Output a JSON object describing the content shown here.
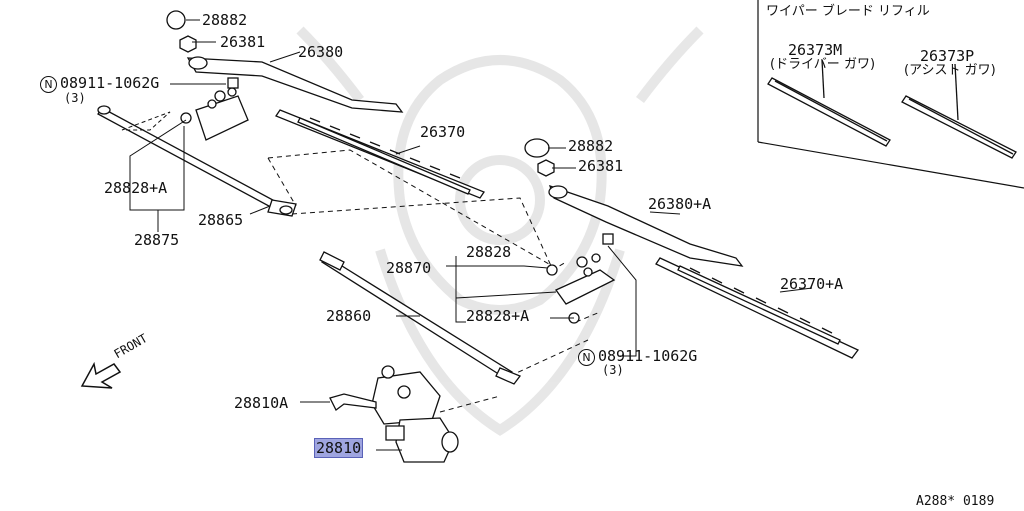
{
  "refill_box": {
    "title": "ワイパー ブレード リフィル",
    "driver": {
      "part": "26373M",
      "note": "(ドライバー ガワ)"
    },
    "passenger": {
      "part": "26373P",
      "note": "(アシスト ガワ)"
    }
  },
  "parts": {
    "cap_left": "28882",
    "nut_left": "26381",
    "arm_left": "26380",
    "bolt_left_symbol": "N",
    "bolt_left": "08911-1062G",
    "bolt_left_qty": "(3)",
    "blade_left": "26370",
    "bush_left": "28828+A",
    "link_left": "28865",
    "link_assy": "28875",
    "cap_right": "28882",
    "nut_right": "26381",
    "arm_right": "26380+A",
    "blade_right": "26370+A",
    "bush_right_top": "28828",
    "link_right_assy": "28870",
    "bush_right_bottom": "28828+A",
    "link_main": "28860",
    "bolt_right_symbol": "N",
    "bolt_right": "08911-1062G",
    "bolt_right_qty": "(3)",
    "motor_bolt": "28810A",
    "motor": "28810"
  },
  "front_label": "FRONT",
  "diagram_ref": "A288* 0189",
  "colors": {
    "highlight": "#9fa5e0",
    "line": "#111111",
    "watermark": "#e6e6e6"
  }
}
